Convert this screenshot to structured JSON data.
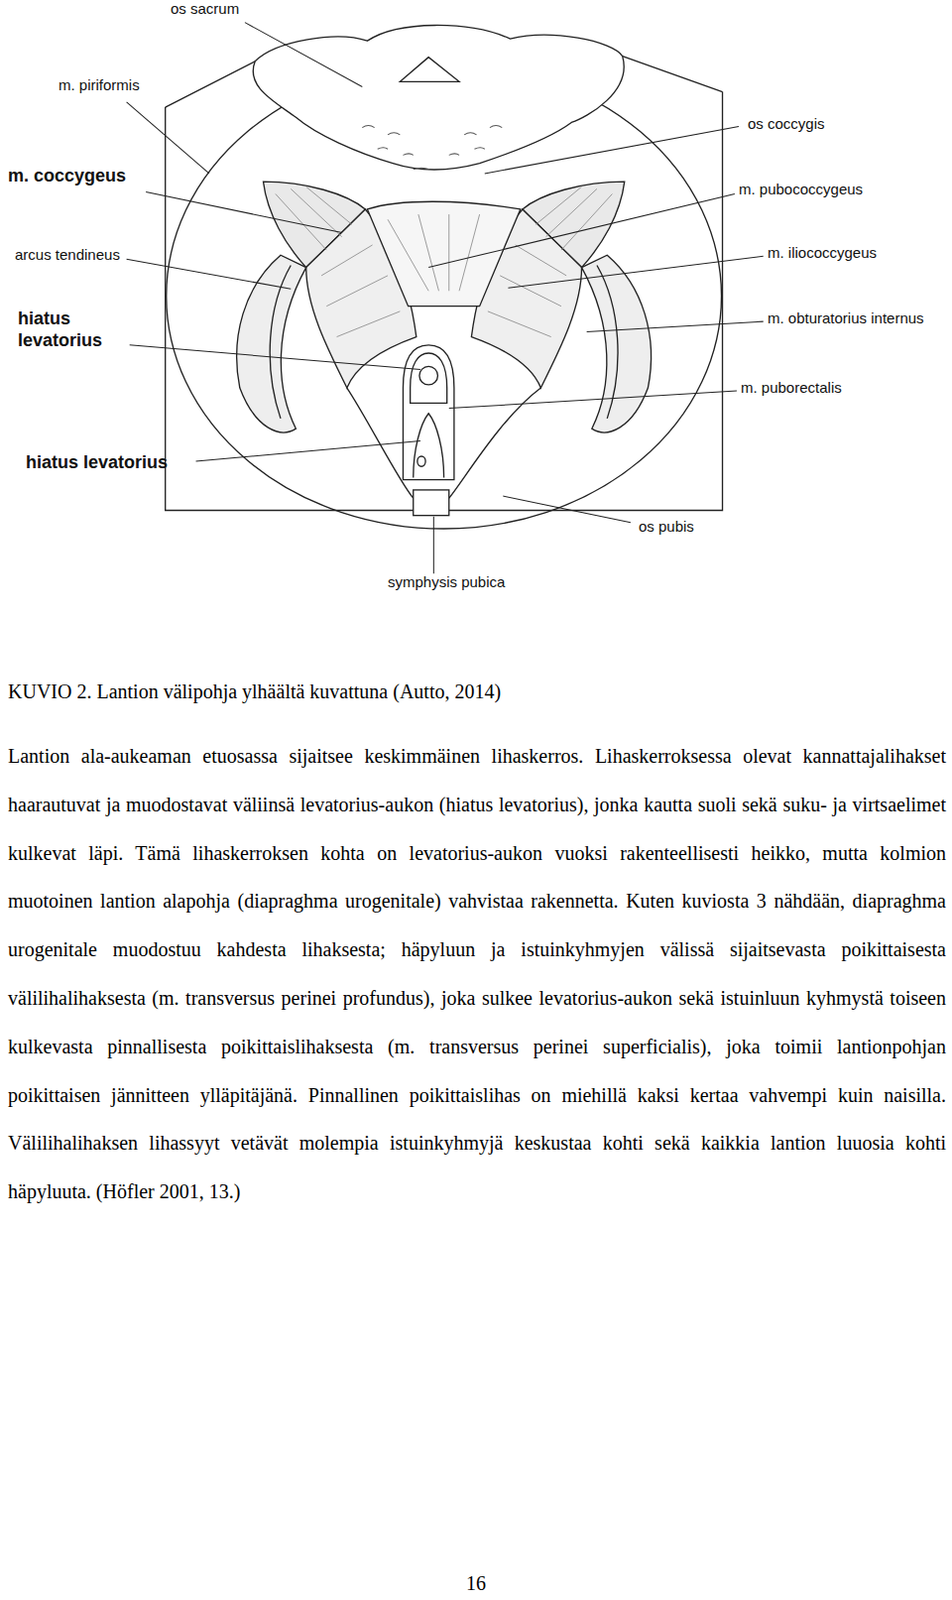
{
  "diagram": {
    "caption": "KUVIO 2. Lantion välipohja ylhäältä kuvattuna (Autto, 2014)",
    "labels": [
      "os sacrum",
      "m. piriformis",
      "m. coccygeus",
      "arcus tendineus",
      "hiatus levatorius",
      "hiatus levatorius",
      "os coccygis",
      "m. pubococcygeus",
      "m. iliococcygeus",
      "m. obturatorius internus",
      "m. puborectalis",
      "os pubis",
      "symphysis pubica",
      "Lantion ala-aukeaman etuosassa sijaitsee keskimmäinen lihaskerros. Lihaskerroksessa olevat kannattajalihakset haarautuvat ja muodostavat väliinsä levatorius-aukon (hiatus levatorius), jonka kautta suoli sekä suku- ja virtsaelimet kulkevat läpi. Tämä lihaskerroksen kohta on levatorius-aukon vuoksi rakenteellisesti heikko, mutta kolmion muotoinen lantion alapohja (diapraghma urogenitale) vahvistaa rakennetta. Kuten kuviosta 3 nähdään, diapraghma urogenitale muodostuu kahdesta lihaksesta; häpyluun ja istuinkyhmyjen välissä sijaitsevasta poikittaisesta välilihalihaksesta (m. transversus perinei profundus), joka sulkee levatorius-aukon sekä istuinluun kyhmystä toiseen kulkevasta pinnallisesta poikittaislihaksesta (m. transversus perinei superficialis), joka toimii lantionpohjan poikittaisen jännitteen ylläpitäjänä. Pinnallinen poikittaislihas on miehillä kaksi kertaa vahvempi kuin naisilla. Välilihalihaksen lihassyyt vetävät molempia istuinkyhmyjä keskustaa kohti sekä kaikkia lantion luuosia kohti häpyluuta. (Höfler 2001, 13.)",
      "16"
    ]
  }
}
